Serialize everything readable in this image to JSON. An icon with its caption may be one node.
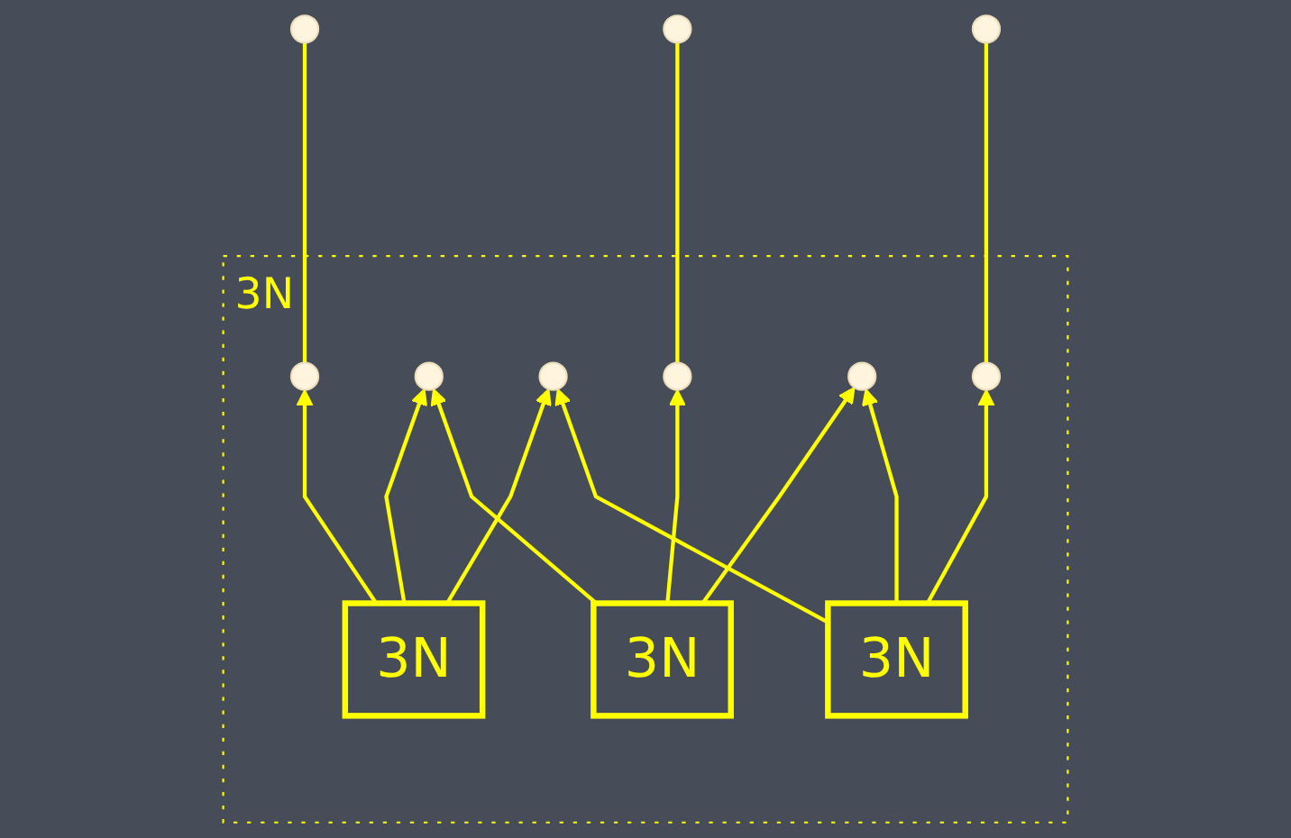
{
  "diagram": {
    "nodes": [
      {
        "text": [
          "3N"
        ]
      },
      {
        "text": [],
        "shape": "circle"
      },
      {
        "text": [],
        "shape": "circle",
        "in": 0
      },
      {
        "text": [
          "3N"
        ],
        "in": 0
      },
      {
        "text": [],
        "shape": "circle",
        "in": 0
      },
      {
        "text": [],
        "shape": "circle",
        "in": 0
      },
      {
        "text": [
          "3N"
        ],
        "in": 0
      },
      {
        "text": [
          "3N"
        ],
        "in": 0
      },
      {
        "text": [],
        "shape": "circle"
      },
      {
        "text": [],
        "shape": "circle",
        "in": 0
      },
      {
        "text": [],
        "shape": "circle",
        "in": 0
      },
      {
        "text": [],
        "shape": "circle",
        "in": 0
      },
      {
        "text": [],
        "shape": "circle"
      }
    ],
    "edges": [
      {
        "from": 2,
        "to": 1,
        "arrow": "none"
      },
      {
        "from": 3,
        "to": 2,
        "arrow": "to"
      },
      {
        "from": 3,
        "to": 4,
        "arrow": "to"
      },
      {
        "from": 3,
        "to": 5,
        "arrow": "to"
      },
      {
        "from": 6,
        "to": 4,
        "arrow": "to"
      },
      {
        "from": 6,
        "to": 9,
        "arrow": "to"
      },
      {
        "from": 6,
        "to": 10,
        "arrow": "to"
      },
      {
        "from": 7,
        "to": 10,
        "arrow": "to"
      },
      {
        "from": 7,
        "to": 5,
        "arrow": "to"
      },
      {
        "from": 7,
        "to": 11,
        "arrow": "to"
      },
      {
        "from": 9,
        "to": 8,
        "arrow": "none"
      },
      {
        "from": 11,
        "to": 12,
        "arrow": "none"
      }
    ]
  }
}
